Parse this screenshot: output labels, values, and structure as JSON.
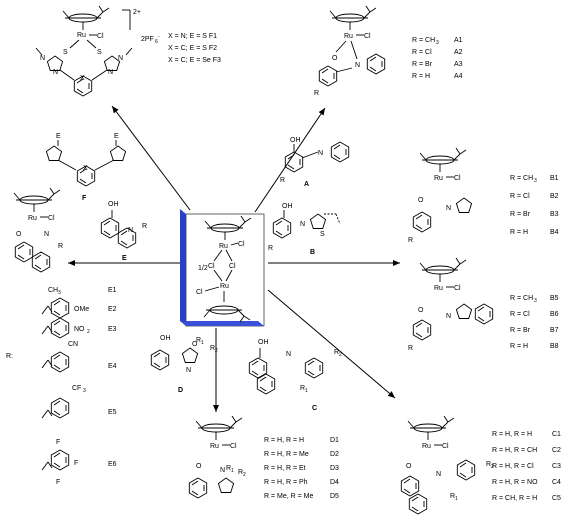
{
  "atoms": {
    "ru": "Ru",
    "cl": "Cl",
    "o": "O",
    "n": "N",
    "s": "S",
    "e": "E",
    "x": "X",
    "oh": "OH",
    "r": "R",
    "r1": "R",
    "r2": "R",
    "r1sub": "1",
    "r2sub": "2"
  },
  "center": {
    "half": "1/2",
    "cl1": "Cl",
    "cl2": "Cl",
    "cl3": "Cl",
    "cl4": "Cl",
    "ru1": "Ru",
    "ru2": "Ru"
  },
  "F_complex": {
    "charge": "2+",
    "anion": "2PF",
    "anion_sub": "6",
    "anion_sup": "-",
    "defs": [
      "X = N; E = S    F1",
      "X = C; E = S    F2",
      "X = C; E = Se  F3"
    ]
  },
  "ligands": {
    "A": "A",
    "B": "B",
    "C": "C",
    "D": "D",
    "E": "E",
    "F": "F"
  },
  "A_series": [
    "R = CH",
    "R = Cl",
    "R = Br",
    "R = H"
  ],
  "A_codes": [
    "A1",
    "A2",
    "A3",
    "A4"
  ],
  "B_series": [
    "R = CH",
    "R = Cl",
    "R = Br",
    "R = H"
  ],
  "B_codes_top": [
    "B1",
    "B2",
    "B3",
    "B4"
  ],
  "B_codes_bottom": [
    "B5",
    "B6",
    "B7",
    "B8"
  ],
  "sub3": "3",
  "C_series": [
    "R = H, R = H",
    "R = H, R = CH",
    "R = H, R = Cl",
    "R = H, R = NO",
    "R = CH, R = H"
  ],
  "C_codes": [
    "C1",
    "C2",
    "C3",
    "C4",
    "C5"
  ],
  "D_series": [
    "R = H,  R = H",
    "R = H,  R = Me",
    "R = H,  R = Et",
    "R = H,  R = Ph",
    "R = Me, R = Me"
  ],
  "D_codes": [
    "D1",
    "D2",
    "D3",
    "D4",
    "D5"
  ],
  "E_codes": [
    "E1",
    "E2",
    "E3",
    "E4",
    "E5",
    "E6"
  ],
  "E_subs": {
    "ch3": "CH",
    "ome": "OMe",
    "no2": "NO",
    "cn": "CN",
    "cf3": "CF",
    "f": "F",
    "r_colon": "R:"
  }
}
